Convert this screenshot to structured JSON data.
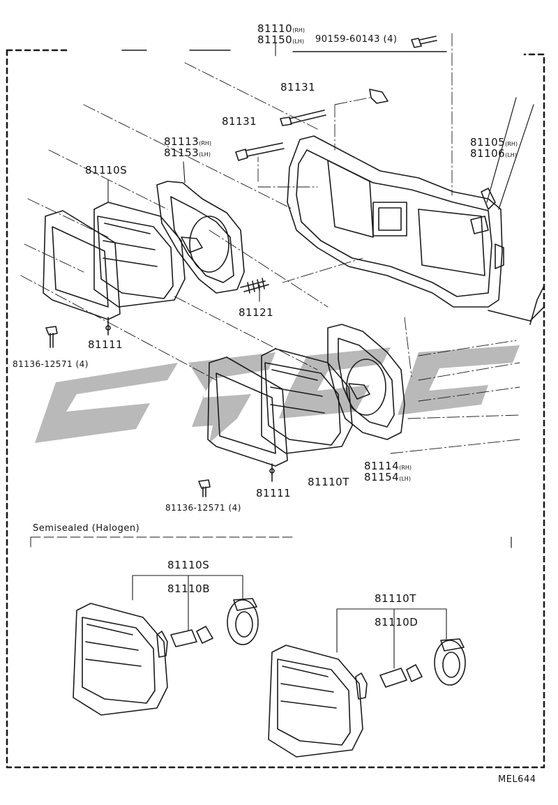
{
  "colors": {
    "line": "#1a1a1a",
    "watermark": "#b9b9b9"
  },
  "watermark": {
    "text": ""
  },
  "labels": {
    "p81110": {
      "num": "81110",
      "suf": "(RH)"
    },
    "p81150": {
      "num": "81150",
      "suf": "(LH)"
    },
    "p90159": "90159-60143 (4)",
    "p81131a": "81131",
    "p81131b": "81131",
    "p81113": {
      "num": "81113",
      "suf": "(RH)"
    },
    "p81153": {
      "num": "81153",
      "suf": "(LH)"
    },
    "p81105": {
      "num": "81105",
      "suf": "(RH)"
    },
    "p81106": {
      "num": "81106",
      "suf": "(LH)"
    },
    "p81110S_top": "81110S",
    "p81121": "81121",
    "p81111_left": "81111",
    "p81136_left": "81136-12571 (4)",
    "p81114": {
      "num": "81114",
      "suf": "(RH)"
    },
    "p81154": {
      "num": "81154",
      "suf": "(LH)"
    },
    "p81110T_mid": "81110T",
    "p81111_mid": "81111",
    "p81136_mid": "81136-12571 (4)",
    "section_title": "Semisealed (Halogen)",
    "p81110S_bot": "81110S",
    "p81110B": "81110B",
    "p81110T_bot": "81110T",
    "p81110D": "81110D",
    "figure_code": "MEL644"
  }
}
